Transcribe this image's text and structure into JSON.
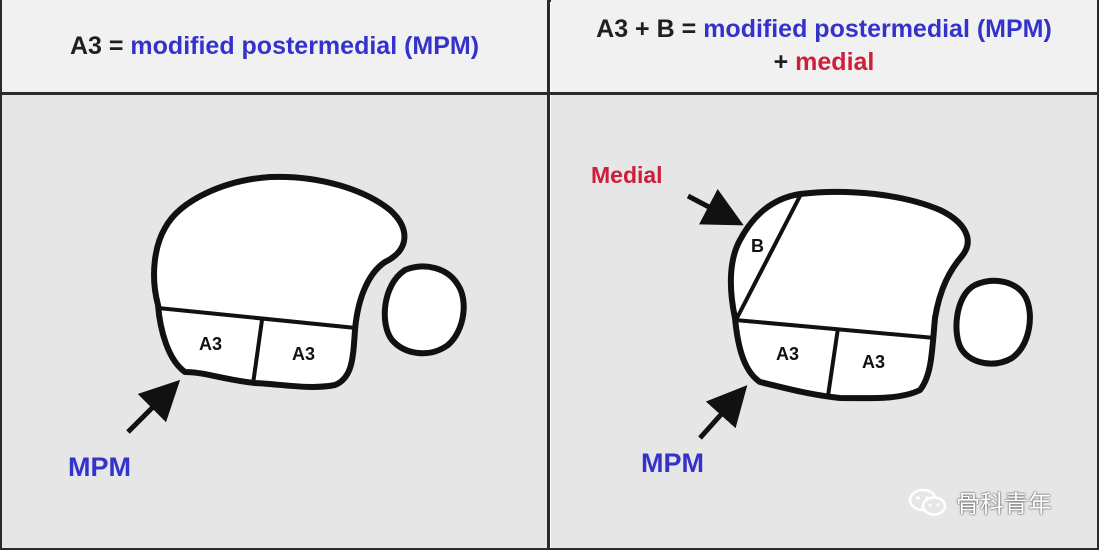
{
  "header_left": {
    "term": "A3",
    "equals": "=",
    "definition": "modified postermedial (MPM)"
  },
  "header_right": {
    "term": "A3 + B",
    "equals": "=",
    "definition": "modified postermedial (MPM)",
    "plus": "+",
    "addition": "medial"
  },
  "left_panel": {
    "segment_a3_left": "A3",
    "segment_a3_right": "A3",
    "arrow_label": "MPM"
  },
  "right_panel": {
    "segment_b": "B",
    "segment_a3_left": "A3",
    "segment_a3_right": "A3",
    "top_arrow_label": "Medial",
    "bottom_arrow_label": "MPM"
  },
  "watermark": {
    "text": "骨科青年",
    "icon": "wechat-icon"
  },
  "colors": {
    "mpm_blue": "#3333cc",
    "medial_red": "#cc1f3a",
    "panel_bg": "#e6e6e6",
    "header_bg": "#f1f1f1"
  }
}
